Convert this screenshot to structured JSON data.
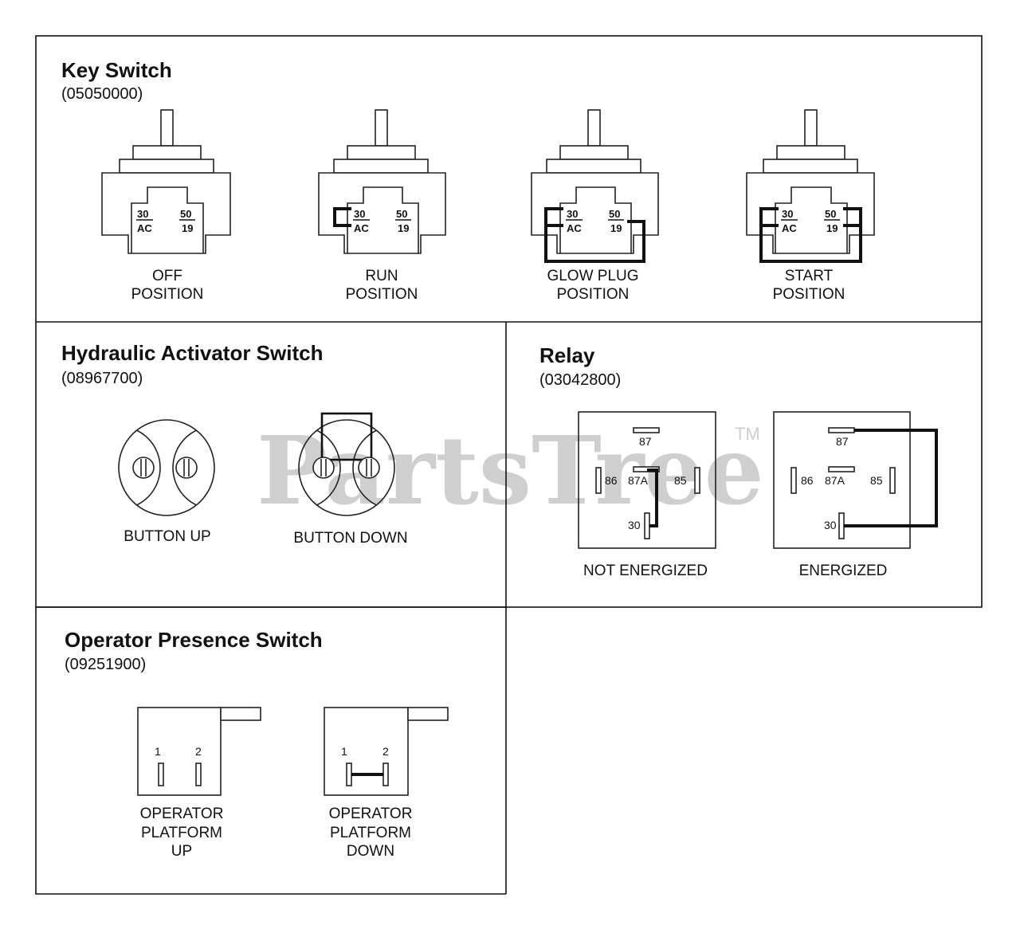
{
  "watermark": {
    "text": "PartsTree",
    "tm": "TM"
  },
  "key_switch": {
    "title": "Key Switch",
    "part_number": "(05050000)",
    "terminal_labels": {
      "t30": "30",
      "tac": "AC",
      "t50": "50",
      "t19": "19"
    },
    "positions": [
      {
        "line1": "OFF",
        "line2": "POSITION"
      },
      {
        "line1": "RUN",
        "line2": "POSITION"
      },
      {
        "line1": "GLOW PLUG",
        "line2": "POSITION"
      },
      {
        "line1": "START",
        "line2": "POSITION"
      }
    ]
  },
  "hydraulic_switch": {
    "title": "Hydraulic Activator Switch",
    "part_number": "(08967700)",
    "captions": [
      "BUTTON UP",
      "BUTTON DOWN"
    ]
  },
  "relay": {
    "title": "Relay",
    "part_number": "(03042800)",
    "pins": {
      "p87": "87",
      "p86": "86",
      "p87a": "87A",
      "p85": "85",
      "p30": "30"
    },
    "captions": [
      "NOT ENERGIZED",
      "ENERGIZED"
    ]
  },
  "operator_switch": {
    "title": "Operator Presence Switch",
    "part_number": "(09251900)",
    "pins": {
      "p1": "1",
      "p2": "2"
    },
    "captions": [
      {
        "line1": "OPERATOR",
        "line2": "PLATFORM",
        "line3": "UP"
      },
      {
        "line1": "OPERATOR",
        "line2": "PLATFORM",
        "line3": "DOWN"
      }
    ]
  }
}
